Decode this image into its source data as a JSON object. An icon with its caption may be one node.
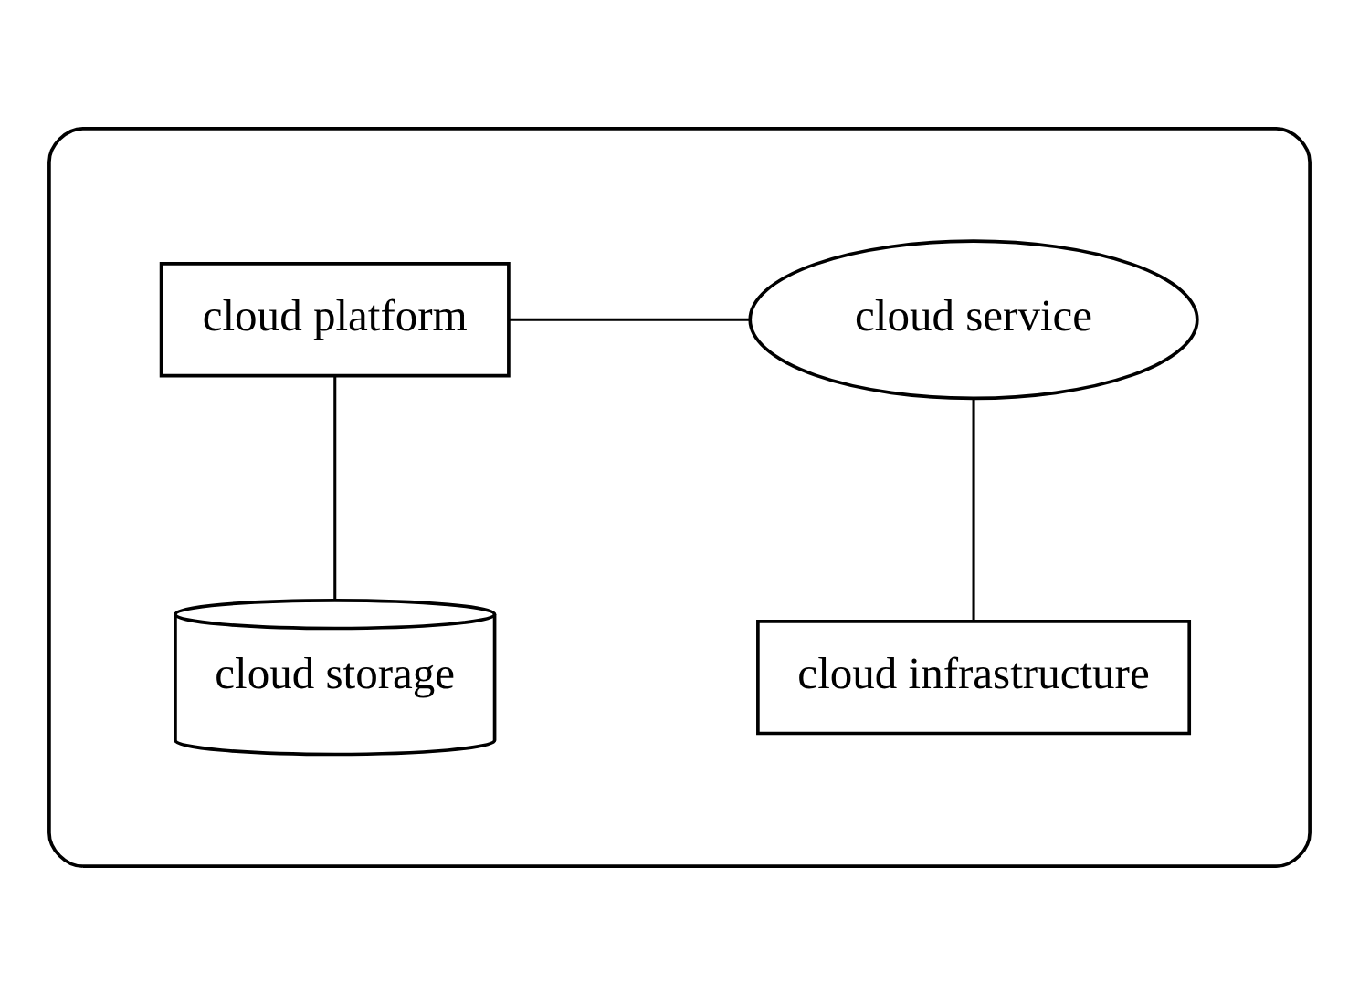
{
  "diagram": {
    "nodes": [
      {
        "text": [],
        "shape": "cloud"
      },
      {
        "text": [
          "cloud service"
        ],
        "in": 0
      },
      {
        "text": [
          "cloud platform"
        ],
        "in": 0
      },
      {
        "text": [
          "cloud infrastructure"
        ],
        "in": 0
      },
      {
        "text": [
          "cloud storage"
        ],
        "in": 0
      }
    ],
    "edges": [
      {
        "from": 1,
        "to": 2,
        "arrow": "none"
      },
      {
        "from": 1,
        "to": 3,
        "arrow": "none"
      },
      {
        "from": 2,
        "to": 4,
        "arrow": "none"
      }
    ]
  }
}
